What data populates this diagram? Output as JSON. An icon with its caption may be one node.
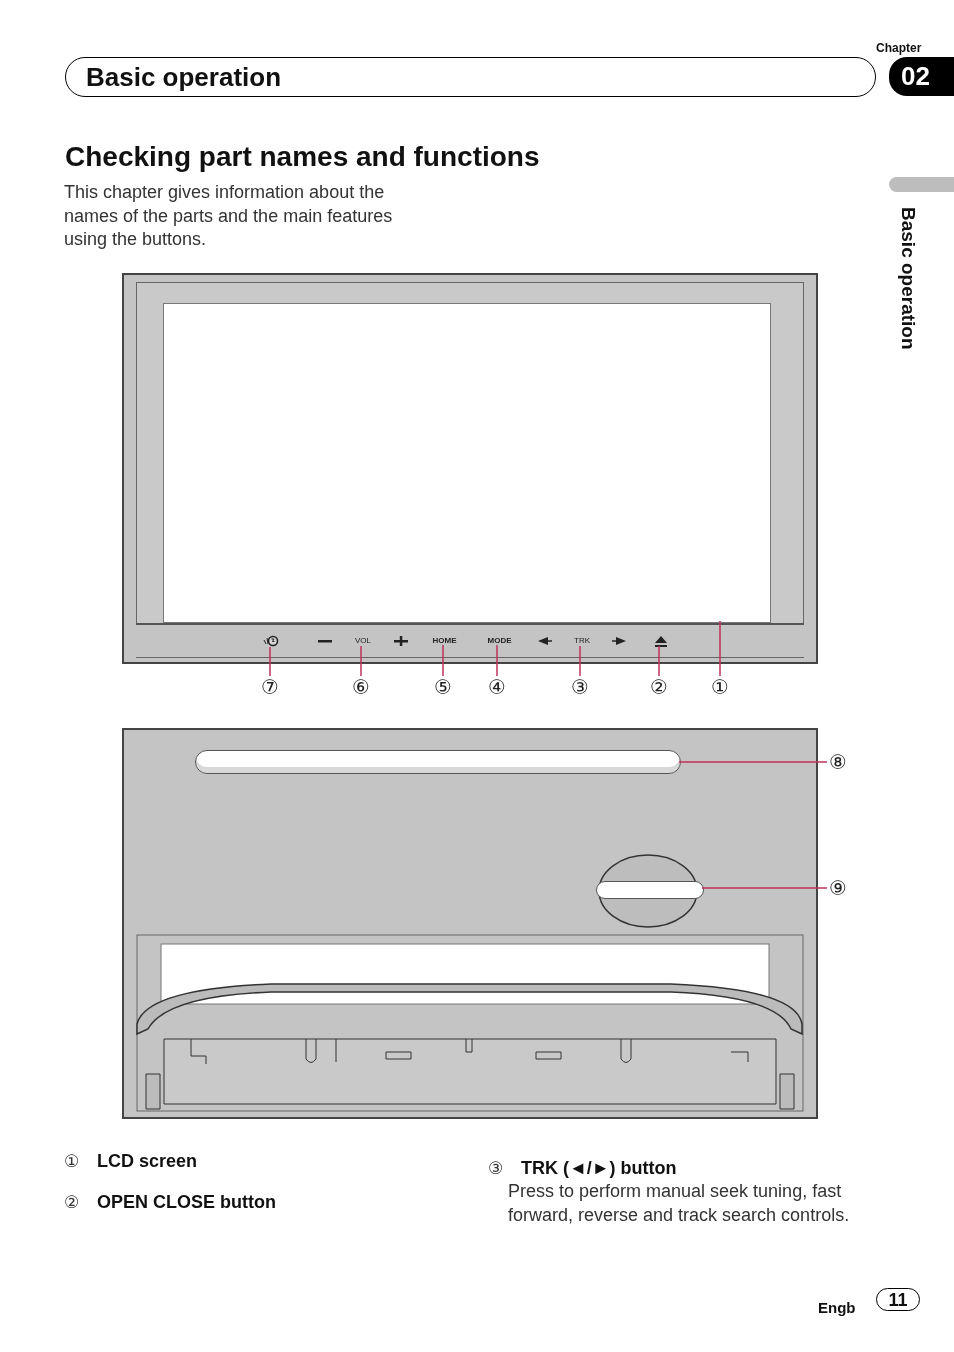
{
  "diagram": {
    "title": "Checking part names and functions",
    "nodes": [
      {
        "text": [
          "Basic operation"
        ]
      },
      {
        "text": [
          "02"
        ],
        "beside": [
          "Chapter"
        ]
      },
      {
        "text": [],
        "shape": "box"
      },
      {
        "text": [],
        "shape": "box",
        "in": 2
      },
      {
        "text": [],
        "shape": "circle",
        "in": 2
      },
      {
        "text": [
          "VOL"
        ],
        "in": 2
      },
      {
        "text": [
          "HOME"
        ],
        "in": 2
      },
      {
        "text": [
          "MODE"
        ],
        "in": 2
      },
      {
        "text": [
          "TRK"
        ],
        "in": 2
      },
      {
        "text": [],
        "shape": "picture",
        "in": 2
      },
      {
        "text": [
          "⑦"
        ]
      },
      {
        "text": [
          "⑥"
        ]
      },
      {
        "text": [
          "⑤"
        ]
      },
      {
        "text": [
          "④"
        ]
      },
      {
        "text": [
          "③"
        ]
      },
      {
        "text": [
          "②"
        ]
      },
      {
        "text": [
          "①"
        ]
      },
      {
        "text": [],
        "shape": "box"
      },
      {
        "text": [],
        "shape": "bar",
        "in": 17
      },
      {
        "text": [],
        "shape": "bar",
        "in": 17
      },
      {
        "text": [
          "⑧"
        ]
      },
      {
        "text": [
          "⑨"
        ]
      },
      {
        "text": [
          "11"
        ],
        "beside": [
          "Engb"
        ]
      }
    ],
    "edges": [
      {
        "from": 10,
        "to": 4,
        "arrow": "none"
      },
      {
        "from": 11,
        "to": 5,
        "arrow": "none"
      },
      {
        "from": 12,
        "to": 6,
        "arrow": "none"
      },
      {
        "from": 13,
        "to": 7,
        "arrow": "none"
      },
      {
        "from": 14,
        "to": 8,
        "arrow": "none"
      },
      {
        "from": 15,
        "to": 9,
        "arrow": "none"
      },
      {
        "from": 16,
        "to": 3,
        "arrow": "none"
      },
      {
        "from": 20,
        "to": 18,
        "arrow": "none"
      },
      {
        "from": 21,
        "to": 19,
        "arrow": "none"
      }
    ],
    "labels": [
      "This chapter gives information about the names of the parts and the main features using the buttons.",
      "Basic operation",
      "①",
      "LCD screen",
      "②",
      "OPEN CLOSE button",
      "③",
      "TRK (◄/►) button",
      "Press to perform manual seek tuning, fast forward, reverse and track search controls."
    ]
  }
}
